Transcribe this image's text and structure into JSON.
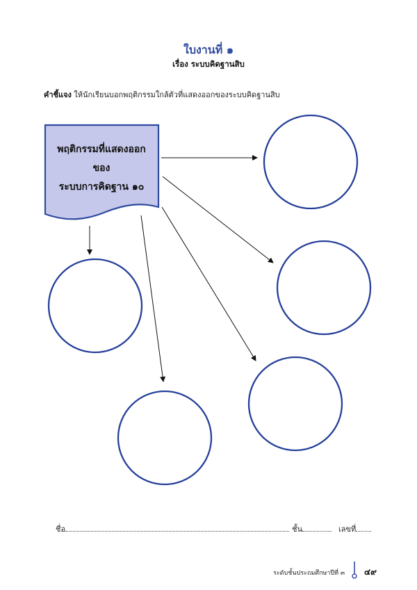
{
  "header": {
    "title": "ใบงานที่ ๑",
    "subtitle": "เรื่อง ระบบคิดฐานสิบ"
  },
  "instruction": {
    "label": "คำชี้แจง",
    "text": " ให้นักเรียนบอกพฤติกรรมใกล้ตัวที่แสดงออกของระบบคิดฐานสิบ"
  },
  "diagram": {
    "box_lines": [
      "พฤติกรรมที่แสดงออก",
      "ของ",
      "ระบบการคิดฐาน ๑๐"
    ],
    "colors": {
      "box_fill": "#c5c8ea",
      "box_stroke": "#2e4a9e",
      "circle_stroke": "#243f99"
    }
  },
  "form": {
    "name_label": "ชื่อ",
    "class_label": "ชั้น",
    "number_label": "เลขที่"
  },
  "footer": {
    "level_text": "ระดับชั้นประถมศึกษาปีที่ ๓",
    "page_number": "๔๙"
  }
}
